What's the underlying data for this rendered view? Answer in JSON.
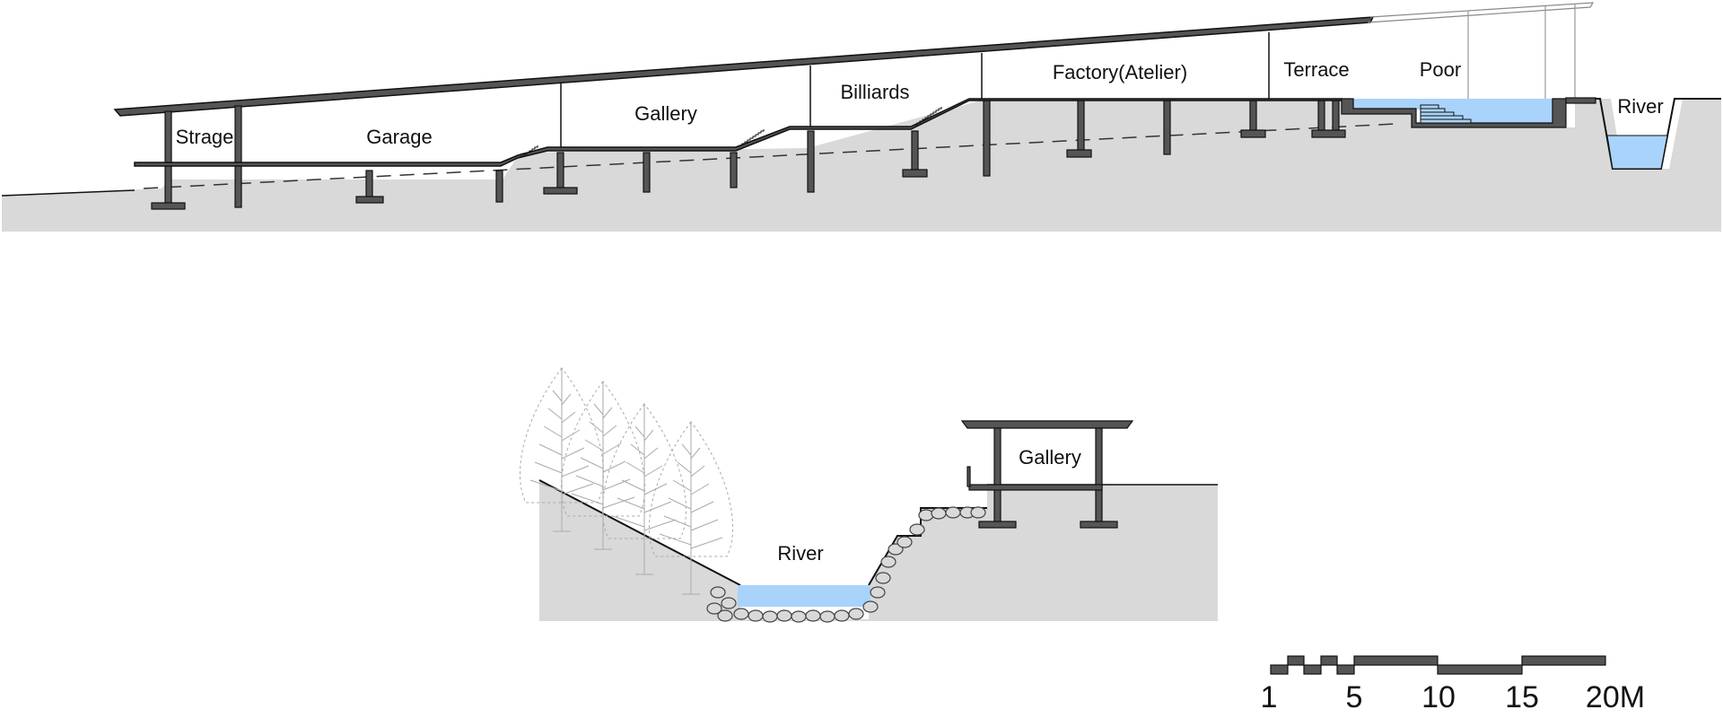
{
  "long_section": {
    "rooms": [
      {
        "label": "Strage"
      },
      {
        "label": "Garage"
      },
      {
        "label": "Gallery"
      },
      {
        "label": "Billiards"
      },
      {
        "label": "Factory(Atelier)"
      },
      {
        "label": "Terrace"
      },
      {
        "label": "Poor"
      },
      {
        "label": "River"
      }
    ]
  },
  "cross_section": {
    "river_label": "River",
    "gallery_label": "Gallery"
  },
  "scale_bar": {
    "labels": [
      "1",
      "5",
      "10",
      "15",
      "20M"
    ],
    "unit": "M"
  },
  "colors": {
    "structure": "#555555",
    "ground": "#d9d9d9",
    "water": "#a9d3fa",
    "outline": "#111111"
  }
}
